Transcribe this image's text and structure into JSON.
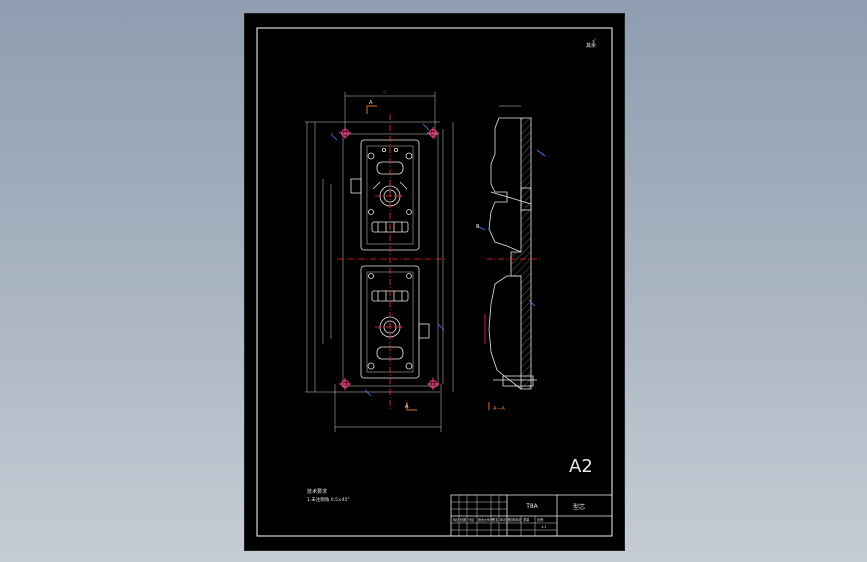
{
  "sheet": {
    "size_label": "A2",
    "corner_note": "其余",
    "corner_roughness": "√"
  },
  "notes": {
    "title": "技术要求",
    "line1": "1.未注倒角  0.5×45°"
  },
  "title_block": {
    "part_name": "T8A",
    "drawing_label": "型芯",
    "row_labels": [
      "标记",
      "处数",
      "分区",
      "更改文件号",
      "签名",
      "年月日"
    ],
    "stage_labels": [
      "阶段标记",
      "重量",
      "比例"
    ],
    "scale": "1:1"
  },
  "views": {
    "section_label_top": "A",
    "section_label_bottom": "A",
    "section_caption": "A—A",
    "datum_letter": "B"
  },
  "colors": {
    "background": "#000000",
    "lines": "#e8e8e8",
    "center_lines": "#ff2a2a",
    "pin_marks": "#ff3a8a",
    "leaders": "#4a7fff",
    "section_arrows": "#e07020"
  }
}
